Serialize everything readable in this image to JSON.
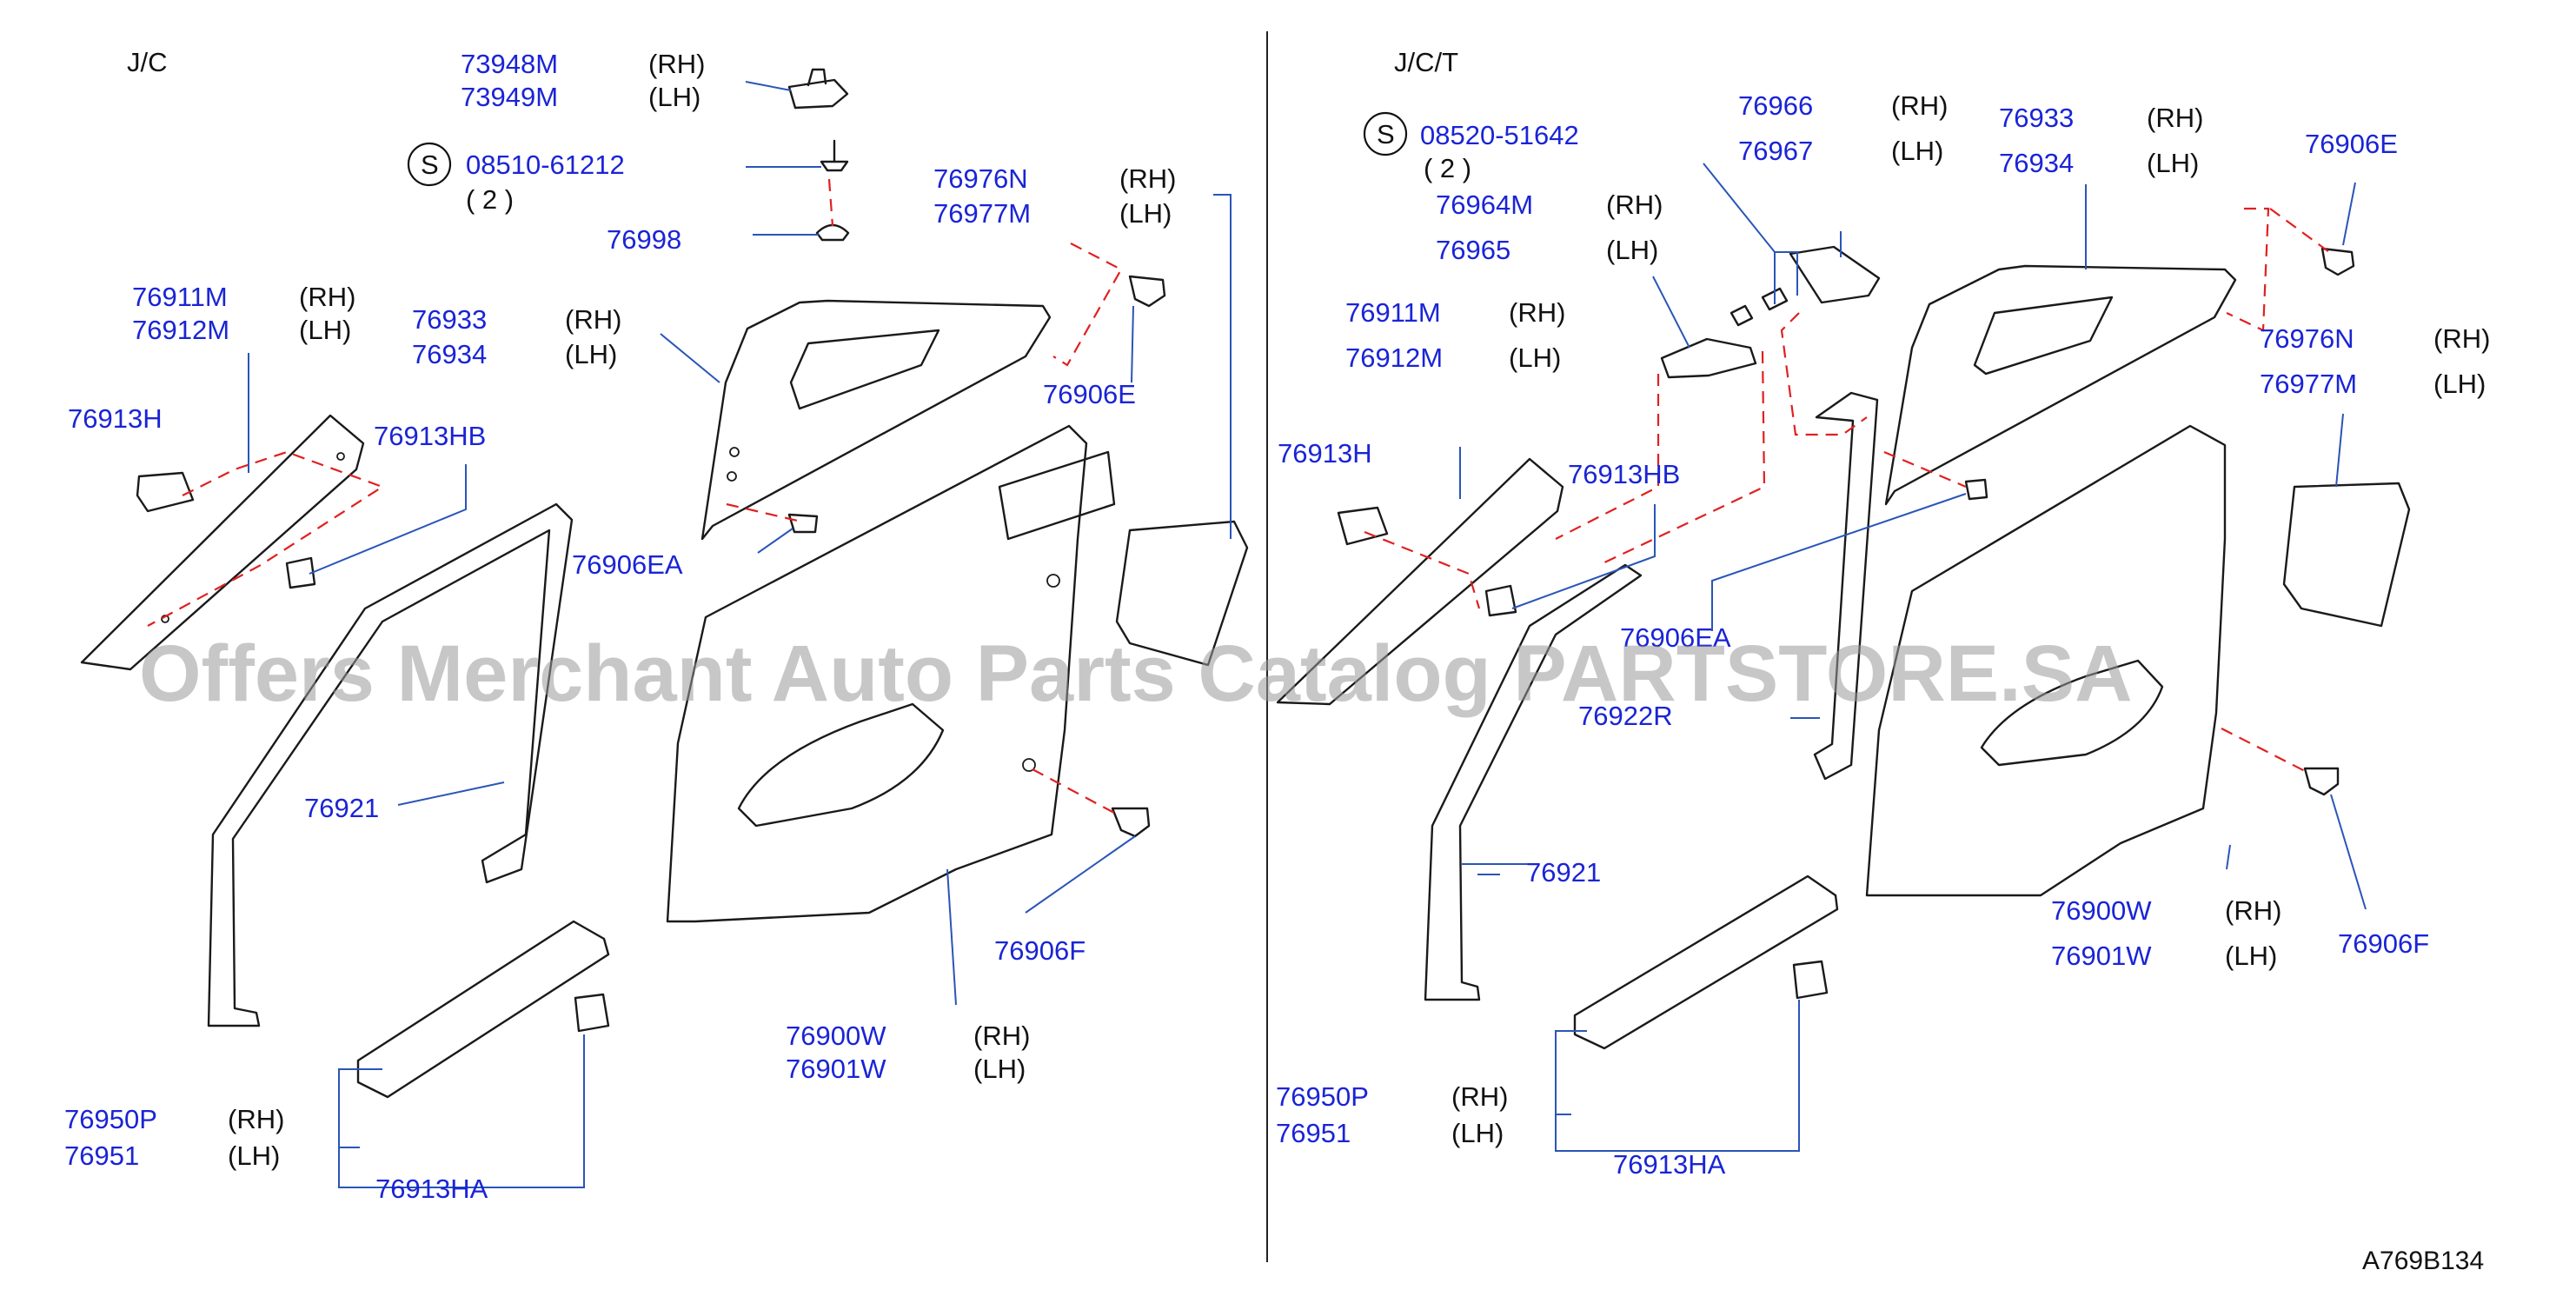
{
  "headers": {
    "left": "J/C",
    "right": "J/C/T"
  },
  "watermark": "Offers Merchant Auto Parts Catalog PARTSTORE.SA",
  "diagram_code": "A769B134",
  "standard_mark": "S",
  "left": {
    "c1_a": "73948M",
    "c1_a_side": "(RH)",
    "c1_b": "73949M",
    "c1_b_side": "(LH)",
    "screw": "08510-61212",
    "screw_qty": "( 2 )",
    "plug": "76998",
    "panel_a": "76976N",
    "panel_a_side": "(RH)",
    "panel_b": "76977M",
    "panel_b_side": "(LH)",
    "pillar_a": "76911M",
    "pillar_a_side": "(RH)",
    "pillar_b": "76912M",
    "pillar_b_side": "(LH)",
    "shelf_a": "76933",
    "shelf_a_side": "(RH)",
    "shelf_b": "76934",
    "shelf_b_side": "(LH)",
    "clip_h": "76913H",
    "clip_hb": "76913HB",
    "clip_e": "76906E",
    "clip_ea": "76906EA",
    "weather": "76921",
    "clip_f": "76906F",
    "trim_a": "76900W",
    "trim_a_side": "(RH)",
    "trim_b": "76901W",
    "trim_b_side": "(LH)",
    "sill_a": "76950P",
    "sill_a_side": "(RH)",
    "sill_b": "76951",
    "sill_b_side": "(LH)",
    "clip_ha": "76913HA"
  },
  "right": {
    "screw": "08520-51642",
    "screw_qty": "( 2 )",
    "hinge_a": "76966",
    "hinge_a_side": "(RH)",
    "hinge_b": "76967",
    "hinge_b_side": "(LH)",
    "shelf_a": "76933",
    "shelf_a_side": "(RH)",
    "shelf_b": "76934",
    "shelf_b_side": "(LH)",
    "clip_e": "76906E",
    "brkt_a": "76964M",
    "brkt_a_side": "(RH)",
    "brkt_b": "76965",
    "brkt_b_side": "(LH)",
    "pillar_a": "76911M",
    "pillar_a_side": "(RH)",
    "pillar_b": "76912M",
    "pillar_b_side": "(LH)",
    "panel_a": "76976N",
    "panel_a_side": "(RH)",
    "panel_b": "76977M",
    "panel_b_side": "(LH)",
    "clip_h": "76913H",
    "clip_hb": "76913HB",
    "clip_ea": "76906EA",
    "weather_r": "76922R",
    "weather": "76921",
    "trim_a": "76900W",
    "trim_a_side": "(RH)",
    "trim_b": "76901W",
    "trim_b_side": "(LH)",
    "clip_f": "76906F",
    "sill_a": "76950P",
    "sill_a_side": "(RH)",
    "sill_b": "76951",
    "sill_b_side": "(LH)",
    "clip_ha": "76913HA"
  }
}
